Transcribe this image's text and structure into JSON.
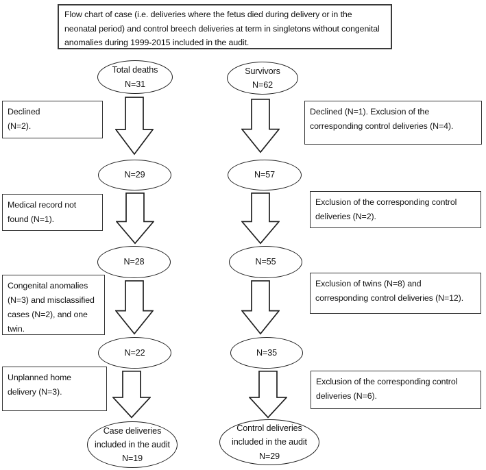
{
  "title": "Flow chart of case (i.e. deliveries where the fetus died during delivery or in the neonatal period) and control breech deliveries at term in singletons without congenital anomalies during 1999-2015 included in the audit.",
  "left": {
    "nodes": [
      "Total deaths\nN=31",
      "N=29",
      "N=28",
      "N=22",
      "Case deliveries\nincluded in the audit\nN=19"
    ],
    "exclusions": [
      "Declined\n(N=2).",
      "Medical record not\nfound (N=1).",
      "Congenital anomalies\n(N=3) and misclassified\ncases (N=2), and one\ntwin.",
      "Unplanned home\ndelivery (N=3)."
    ]
  },
  "right": {
    "nodes": [
      "Survivors\nN=62",
      "N=57",
      "N=55",
      "N=35",
      "Control deliveries\nincluded in the audit\nN=29"
    ],
    "exclusions": [
      "Declined (N=1). Exclusion of the\ncorresponding control deliveries (N=4).",
      "Exclusion of the corresponding control\ndeliveries (N=2).",
      "Exclusion of twins (N=8) and\ncorresponding control deliveries (N=12).",
      "Exclusion of the corresponding control\ndeliveries (N=6)."
    ]
  },
  "colors": {
    "line": "#1f1f1f",
    "text": "#111111",
    "background": "#ffffff"
  }
}
